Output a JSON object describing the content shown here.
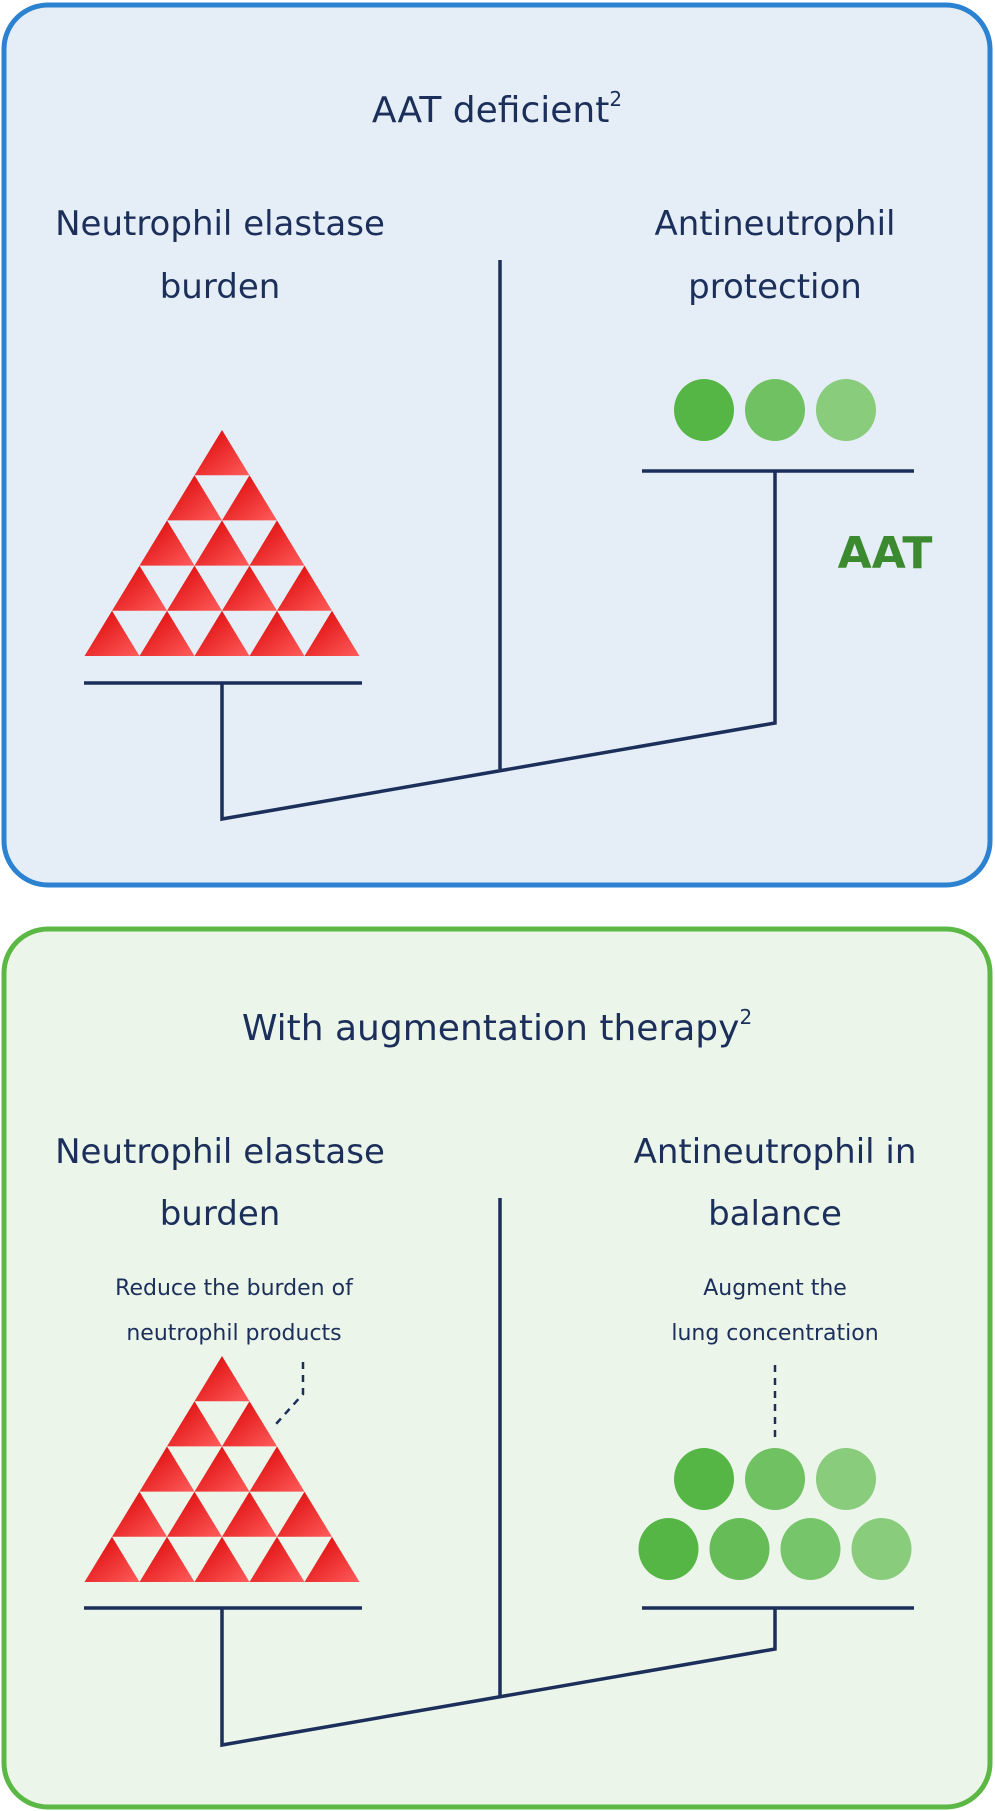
{
  "panels": [
    {
      "title": "AAT deficient",
      "title_sup": "2",
      "left_heading": [
        "Neutrophil elastase",
        "burden"
      ],
      "right_heading": [
        "Antineutrophil",
        "protection"
      ],
      "side_label": "AAT",
      "border_color": "#2a82d0",
      "fill_color": "#e5eef6",
      "triangle_rows": 5,
      "circle_rows": [
        3
      ]
    },
    {
      "title": "With augmentation therapy",
      "title_sup": "2",
      "left_heading": [
        "Neutrophil elastase",
        "burden"
      ],
      "right_heading": [
        "Antineutrophil in",
        "balance"
      ],
      "left_note": [
        "Reduce the burden of",
        "neutrophil products"
      ],
      "right_note": [
        "Augment the",
        "lung concentration"
      ],
      "border_color": "#5cb845",
      "fill_color": "#ecf5ea",
      "triangle_rows": 5,
      "circle_rows": [
        3,
        4
      ]
    }
  ],
  "colors": {
    "navy": "#1b2f5a",
    "aat_green": "#3b8a2f",
    "red_dark": "#d90000",
    "red_light": "#ff5c5c",
    "green_dark": "#55b646",
    "green_light": "#88cc7c"
  }
}
